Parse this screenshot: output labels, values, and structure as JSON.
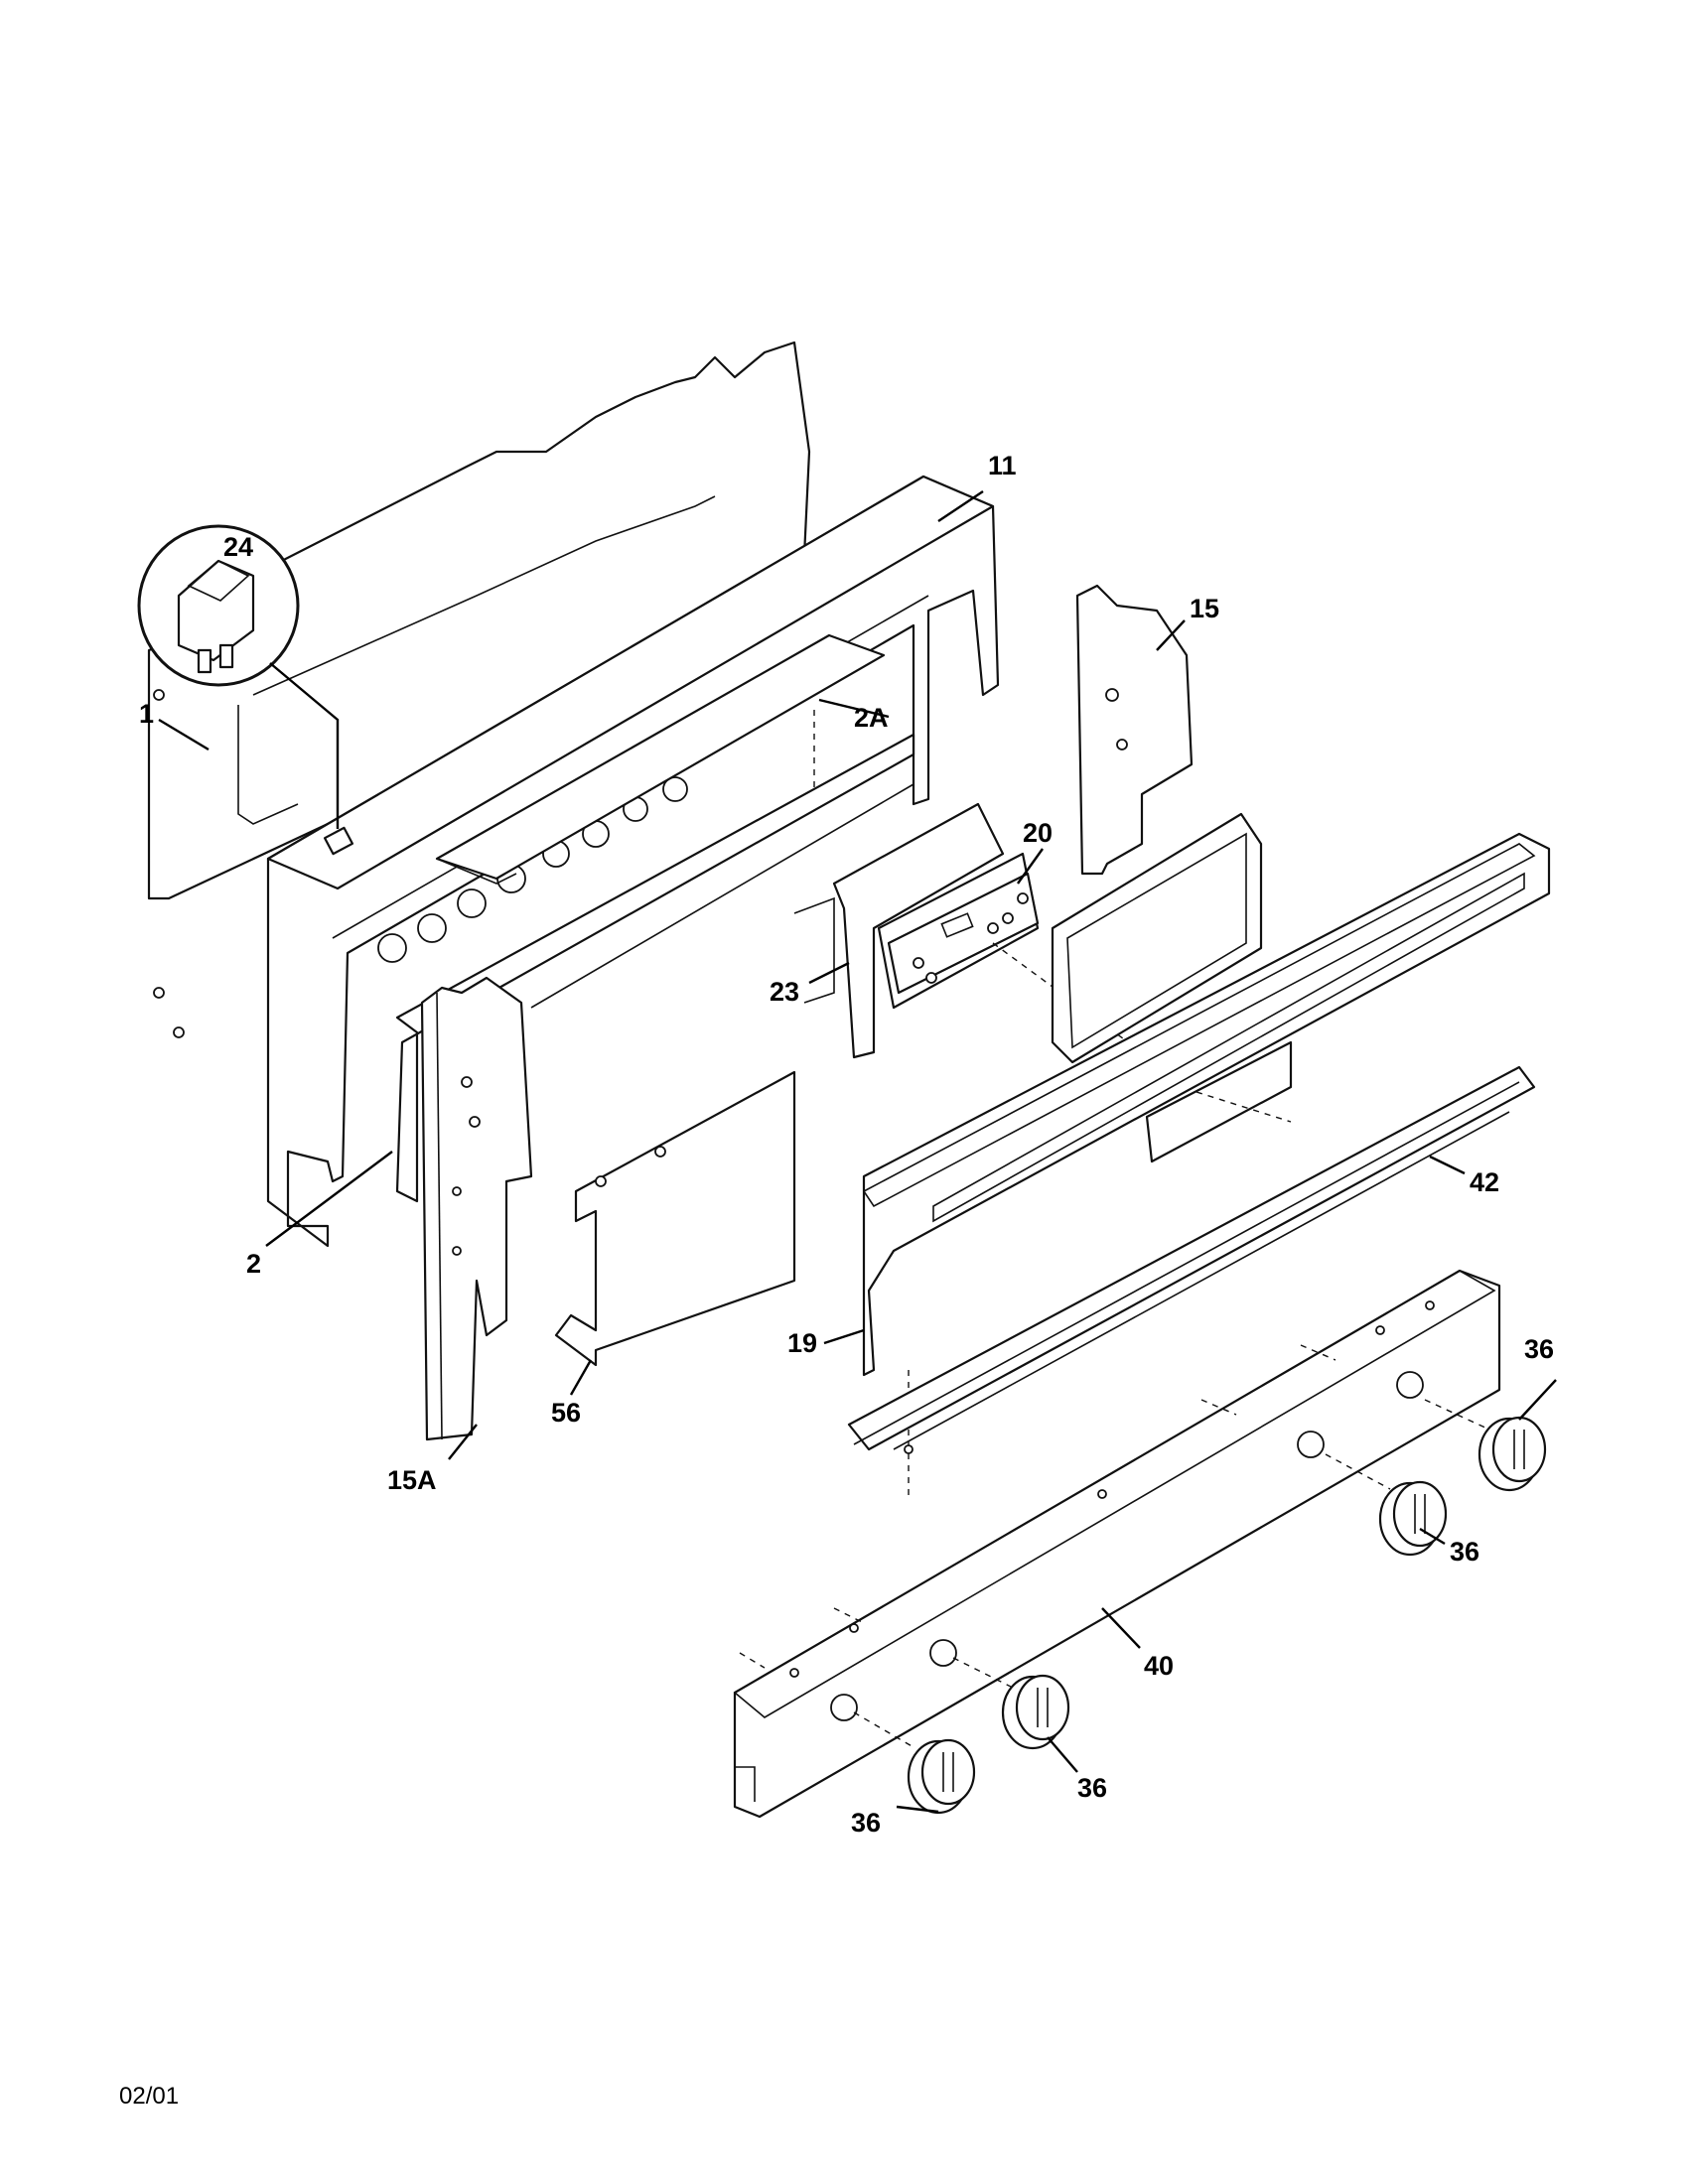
{
  "diagram": {
    "callouts": {
      "p1": "1",
      "p2": "2",
      "p2a": "2A",
      "p11": "11",
      "p15": "15",
      "p15a": "15A",
      "p19": "19",
      "p20": "20",
      "p23": "23",
      "p24": "24",
      "p36a": "36",
      "p36b": "36",
      "p36c": "36",
      "p36d": "36",
      "p40": "40",
      "p42": "42",
      "p56": "56"
    }
  },
  "footer": {
    "date_code": "02/01"
  }
}
